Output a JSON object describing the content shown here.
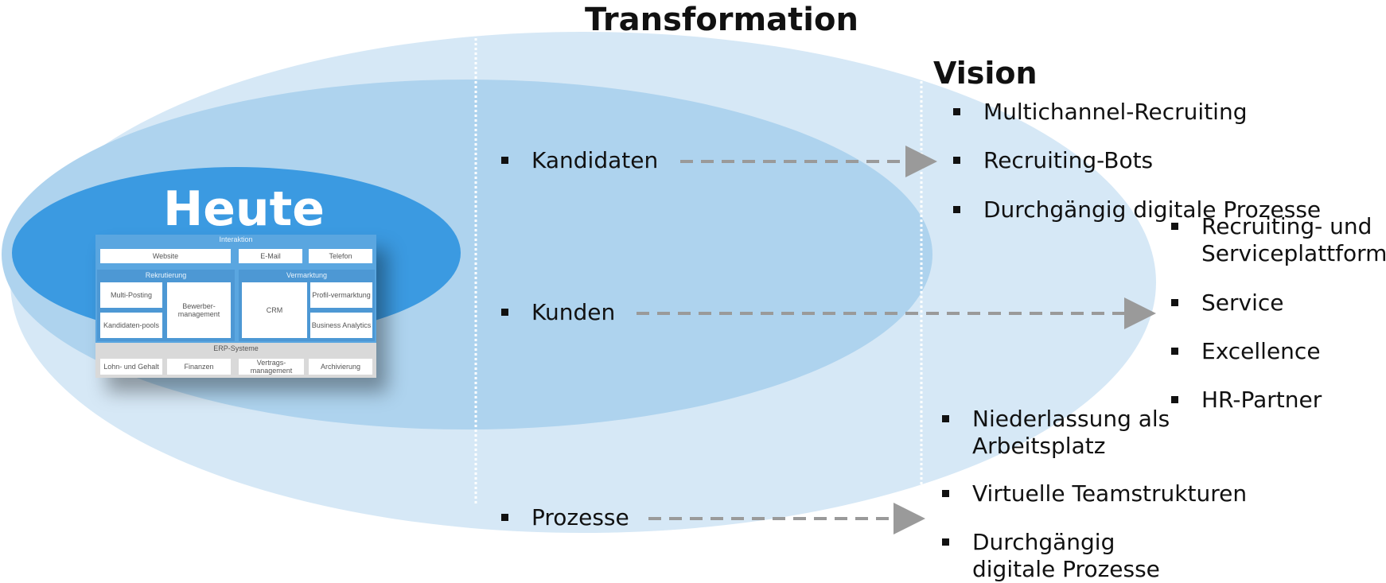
{
  "colors": {
    "outer_ellipse": "#d6e8f6",
    "middle_ellipse": "#aed3ee",
    "inner_ellipse": "#3b9ae1",
    "arrow": "#9a9a9a",
    "divider": "#ffffff"
  },
  "headings": {
    "transformation": "Transformation",
    "vision": "Vision",
    "heute": "Heute"
  },
  "today_system": {
    "interaction_header": "Interaktion",
    "channels": [
      "Website",
      "E-Mail",
      "Telefon"
    ],
    "recruiting_header": "Rekrutierung",
    "marketing_header": "Vermarktung",
    "multi_posting": "Multi-Posting",
    "candidate_pools": "Kandidaten-pools",
    "applicant_mgmt": "Bewerber-management",
    "crm": "CRM",
    "profile_marketing": "Profil-vermarktung",
    "business_analytics": "Business Analytics",
    "erp_header": "ERP-Systeme",
    "erp_items": [
      "Lohn- und Gehalt",
      "Finanzen",
      "Vertrags-management",
      "Archivierung"
    ]
  },
  "transformation_items": [
    "Kandidaten",
    "Kunden",
    "Prozesse"
  ],
  "vision_candidates": [
    "Multichannel-Recruiting",
    "Recruiting-Bots",
    "Durchgängig digitale Prozesse"
  ],
  "vision_customers": [
    "Recruiting- und Serviceplattform",
    "Service",
    "Excellence",
    "HR-Partner"
  ],
  "vision_processes": [
    "Niederlassung als Arbeitsplatz",
    "Virtuelle Teamstrukturen",
    "Durchgängig digitale Prozesse"
  ]
}
